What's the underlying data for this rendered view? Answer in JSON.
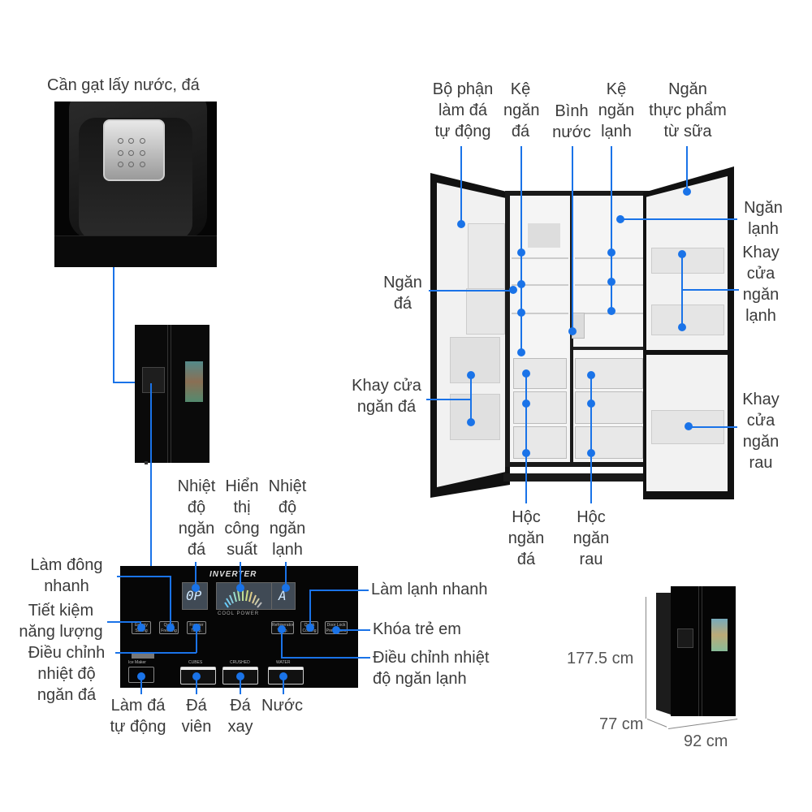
{
  "labels": {
    "lever": "Cần gạt lấy nước, đá",
    "ice_maker_top": "Bộ phận\nlàm đá\ntự động",
    "ice_shelf": "Kệ\nngăn\nđá",
    "water_tank": "Bình\nnước",
    "cool_shelf": "Kệ\nngăn\nlạnh",
    "dairy": "Ngăn\nthực phẩm\ntừ sữa",
    "fridge_comp": "Ngăn\nlạnh",
    "fridge_door_tray": "Khay\ncửa\nngăn\nlạnh",
    "freezer_comp": "Ngăn\nđá",
    "freezer_door_tray": "Khay cửa\nngăn đá",
    "veg_door_tray": "Khay\ncửa\nngăn\nrau",
    "freezer_drawer": "Hộc\nngăn\nđá",
    "veg_drawer": "Hộc\nngăn\nrau",
    "freezer_temp": "Nhiệt\nđộ\nngăn\nđá",
    "power_display": "Hiển\nthị\ncông\nsuất",
    "fridge_temp": "Nhiệt\nđộ\nngăn\nlạnh",
    "quick_freeze": "Làm đông\nnhanh",
    "energy_saving": "Tiết kiệm\nnăng lượng",
    "freezer_adjust": "Điều chỉnh\nnhiệt độ\nngăn đá",
    "auto_ice": "Làm đá\ntự động",
    "cubes": "Đá\nviên",
    "crushed": "Đá\nxay",
    "water": "Nước",
    "quick_cool": "Làm lạnh nhanh",
    "child_lock": "Khóa trẻ em",
    "fridge_adjust": "Điều chỉnh nhiệt\nđộ ngăn lạnh"
  },
  "panel": {
    "brand": "INVERTER",
    "cool_power": "COOL POWER",
    "freezer_display": "0P",
    "fridge_display": "A",
    "btn_energy": "Energy Saving",
    "btn_quick_freeze": "Quick Freezing",
    "btn_freezer_temp": "Freezer Temp.",
    "btn_fridge_temp": "Refrigerator Temp.",
    "btn_quick_cool": "Quick Cooling",
    "btn_door_lock": "Door Lock Press 3sec",
    "ice_maker": "Ice Maker",
    "cubes": "CUBES",
    "crushed": "CRUSHED",
    "water": "WATER"
  },
  "dimensions": {
    "height": "177.5 cm",
    "depth": "77 cm",
    "width": "92 cm"
  },
  "colors": {
    "accent": "#1a73e8",
    "body": "#0b0b0b"
  }
}
